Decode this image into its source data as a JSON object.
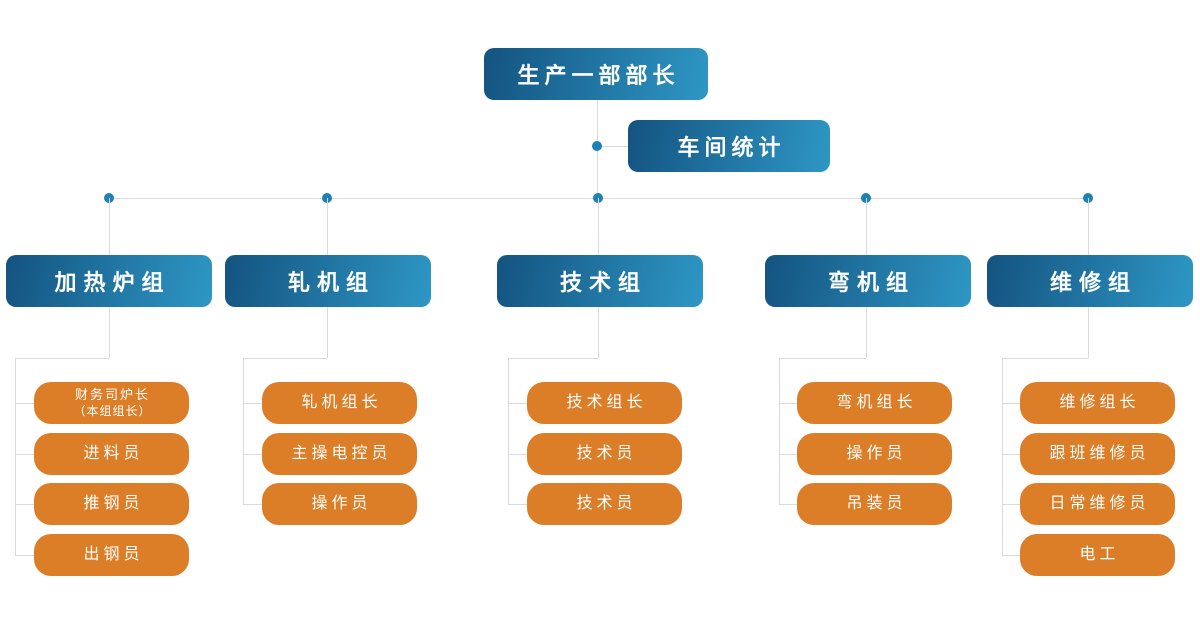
{
  "chart_type": "org-chart",
  "root": {
    "label": "生产一部部长"
  },
  "staff": {
    "label": "车间统计"
  },
  "groups": [
    {
      "label": "加热炉组",
      "members": [
        {
          "label": "财务司炉长",
          "sublabel": "（本组组长）"
        },
        {
          "label": "进料员"
        },
        {
          "label": "推钢员"
        },
        {
          "label": "出钢员"
        }
      ]
    },
    {
      "label": "轧机组",
      "members": [
        {
          "label": "轧机组长"
        },
        {
          "label": "主操电控员"
        },
        {
          "label": "操作员"
        }
      ]
    },
    {
      "label": "技术组",
      "members": [
        {
          "label": "技术组长"
        },
        {
          "label": "技术员"
        },
        {
          "label": "技术员"
        }
      ]
    },
    {
      "label": "弯机组",
      "members": [
        {
          "label": "弯机组长"
        },
        {
          "label": "操作员"
        },
        {
          "label": "吊装员"
        }
      ]
    },
    {
      "label": "维修组",
      "members": [
        {
          "label": "维修组长"
        },
        {
          "label": "跟班维修员"
        },
        {
          "label": "日常维修员"
        },
        {
          "label": "电工"
        }
      ]
    }
  ],
  "colors": {
    "blue_gradient_start": "#145380",
    "blue_gradient_end": "#2E97C5",
    "orange": "#DC7E27",
    "connector_line": "#DADADA",
    "connector_dot": "#1E81B5",
    "node_text": "#FFFFFF",
    "background": "#FFFFFF"
  }
}
